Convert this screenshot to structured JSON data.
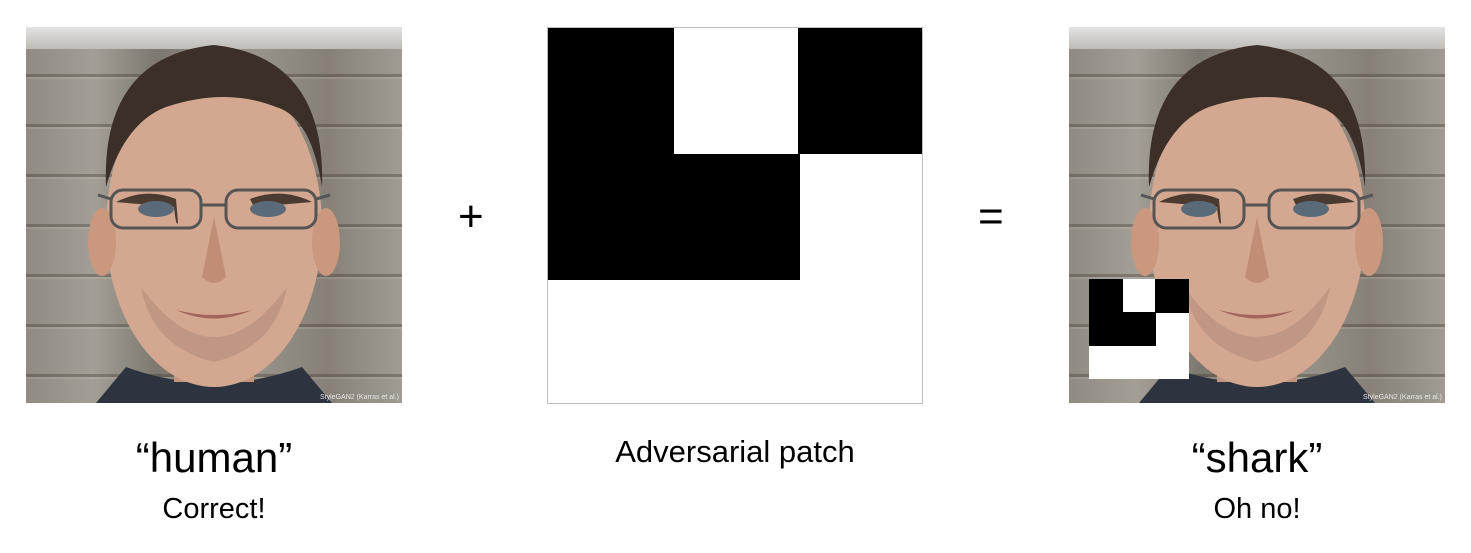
{
  "diagram": {
    "left": {
      "label": "“human”",
      "status": "Correct!",
      "credit": "StyleGAN2 (Karras et al.)"
    },
    "middle": {
      "label": "Adversarial patch"
    },
    "right": {
      "label": "“shark”",
      "status": "Oh no!",
      "credit": "StyleGAN2 (Karras et al.)"
    },
    "operators": {
      "plus": "+",
      "equals": "="
    },
    "patch_colors": {
      "dark": "#000000",
      "light": "#ffffff"
    }
  }
}
